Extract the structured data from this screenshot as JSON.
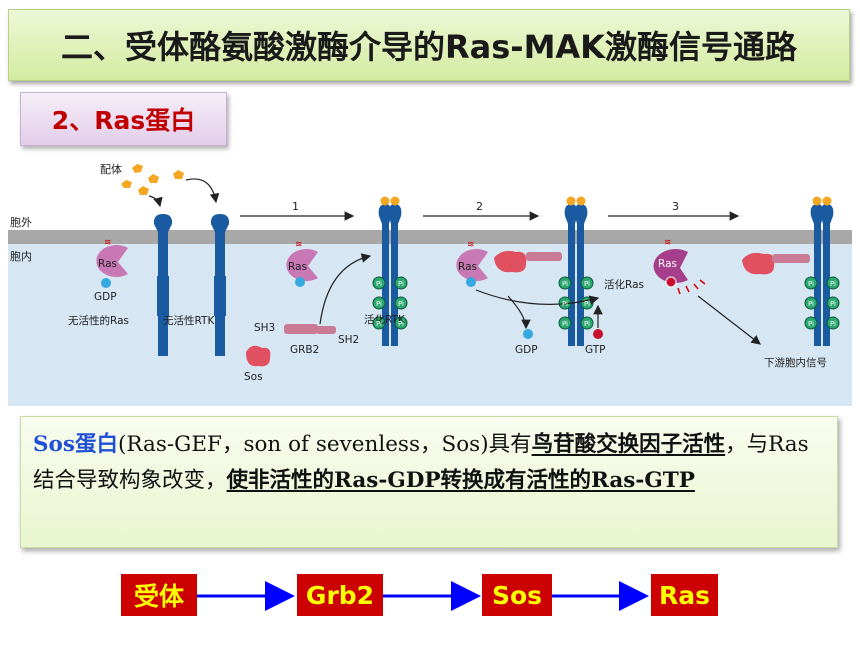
{
  "title": "二、受体酪氨酸激酶介导的Ras-MAK激酶信号通路",
  "subtitle": "2、Ras蛋白",
  "diagram": {
    "extracellular": "胞外",
    "intracellular": "胞内",
    "ligand": "配体",
    "ras": "Ras",
    "gdp": "GDP",
    "gtp": "GTP",
    "pi": "Pi",
    "inactive_ras": "无活性的Ras",
    "inactive_rtk": "无活性RTK",
    "active_rtk": "活化RTK",
    "active_ras": "活化Ras",
    "sh3": "SH3",
    "sh2": "SH2",
    "grb2": "GRB2",
    "sos": "Sos",
    "downstream": "下游胞内信号",
    "step1": "1",
    "step2": "2",
    "step3": "3"
  },
  "description": {
    "sos_protein": "Sos蛋白",
    "part1": "(Ras-GEF，son of sevenless，Sos)具有",
    "gef_activity": "鸟苷酸交换因子活性",
    "part2": "，与Ras结合导致构象改变，",
    "conversion": "使非活性的Ras-GDP转换成有活性的Ras-GTP"
  },
  "flow": [
    "受体",
    "Grb2",
    "Sos",
    "Ras"
  ],
  "colors": {
    "flow_box": "#cc0000",
    "flow_text": "#ffff00",
    "arrow": "#0000ff",
    "ras": "#c878b4",
    "receptor": "#1a5aa0",
    "membrane": "#a8a8a8",
    "cytoplasm": "#d6e6f2"
  }
}
